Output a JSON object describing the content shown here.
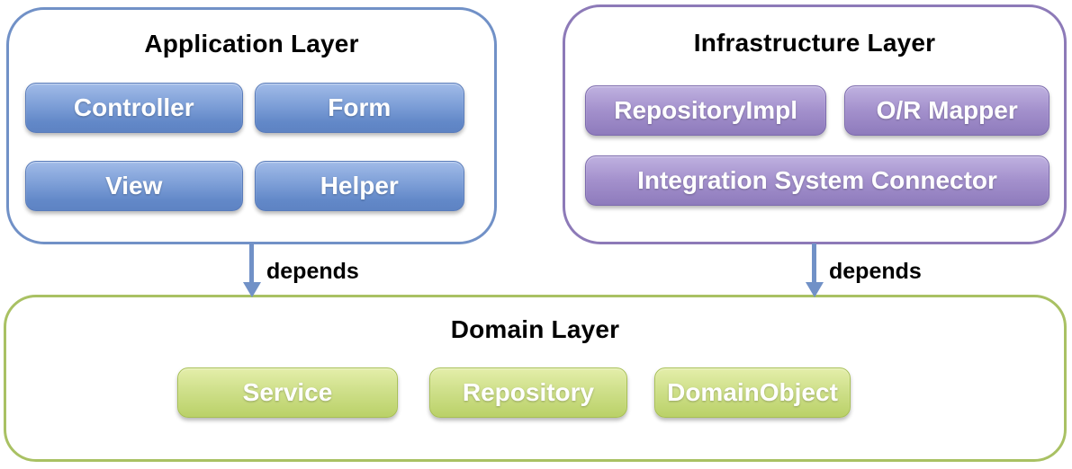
{
  "application_layer": {
    "title": "Application Layer",
    "boxes": [
      "Controller",
      "Form",
      "View",
      "Helper"
    ]
  },
  "infrastructure_layer": {
    "title": "Infrastructure Layer",
    "boxes": [
      "RepositoryImpl",
      "O/R Mapper",
      "Integration System Connector"
    ]
  },
  "domain_layer": {
    "title": "Domain Layer",
    "boxes": [
      "Service",
      "Repository",
      "DomainObject"
    ]
  },
  "arrows": [
    {
      "from": "application_layer",
      "to": "domain_layer",
      "label": "depends"
    },
    {
      "from": "infrastructure_layer",
      "to": "domain_layer",
      "label": "depends"
    }
  ],
  "colors": {
    "application_border": "#7191c7",
    "application_box_top": "#a1bbe8",
    "application_box_bottom": "#5e83c3",
    "infrastructure_border": "#8d7ab8",
    "infrastructure_box_top": "#bfb1e0",
    "infrastructure_box_bottom": "#8e7bbc",
    "domain_border": "#a9c163",
    "domain_box_top": "#e4eeaa",
    "domain_box_bottom": "#bad168",
    "arrow": "#7191c7",
    "box_text": "#ffffff",
    "title_text": "#000000"
  }
}
